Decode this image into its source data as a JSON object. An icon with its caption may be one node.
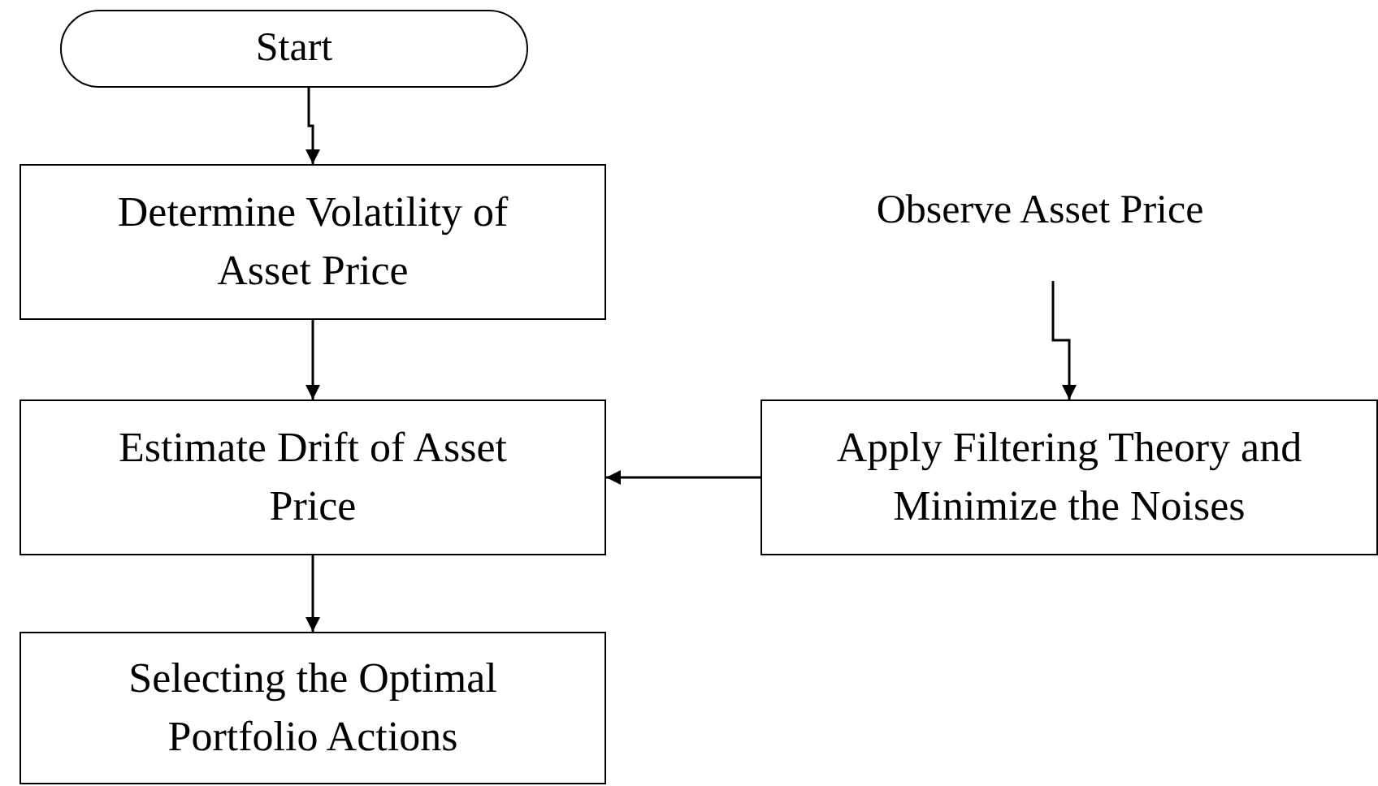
{
  "diagram": {
    "nodes": [
      {
        "text": [
          "Start"
        ]
      },
      {
        "text": [
          "Determine Volatility of Asset Price"
        ]
      },
      {
        "text": [
          "Observe Asset Price"
        ]
      },
      {
        "text": [
          "Estimate Drift of Asset Price"
        ]
      },
      {
        "text": [
          "Apply Filtering Theory and Minimize the Noises"
        ]
      },
      {
        "text": [
          "Selecting the Optimal Portfolio Actions"
        ]
      }
    ],
    "edges": [
      {
        "from": 0,
        "to": 1,
        "arrow": "to"
      },
      {
        "from": 1,
        "to": 3,
        "arrow": "to"
      },
      {
        "from": 2,
        "to": 4,
        "arrow": "to"
      },
      {
        "from": 4,
        "to": 3,
        "arrow": "to"
      },
      {
        "from": 3,
        "to": 5,
        "arrow": "to"
      }
    ]
  }
}
